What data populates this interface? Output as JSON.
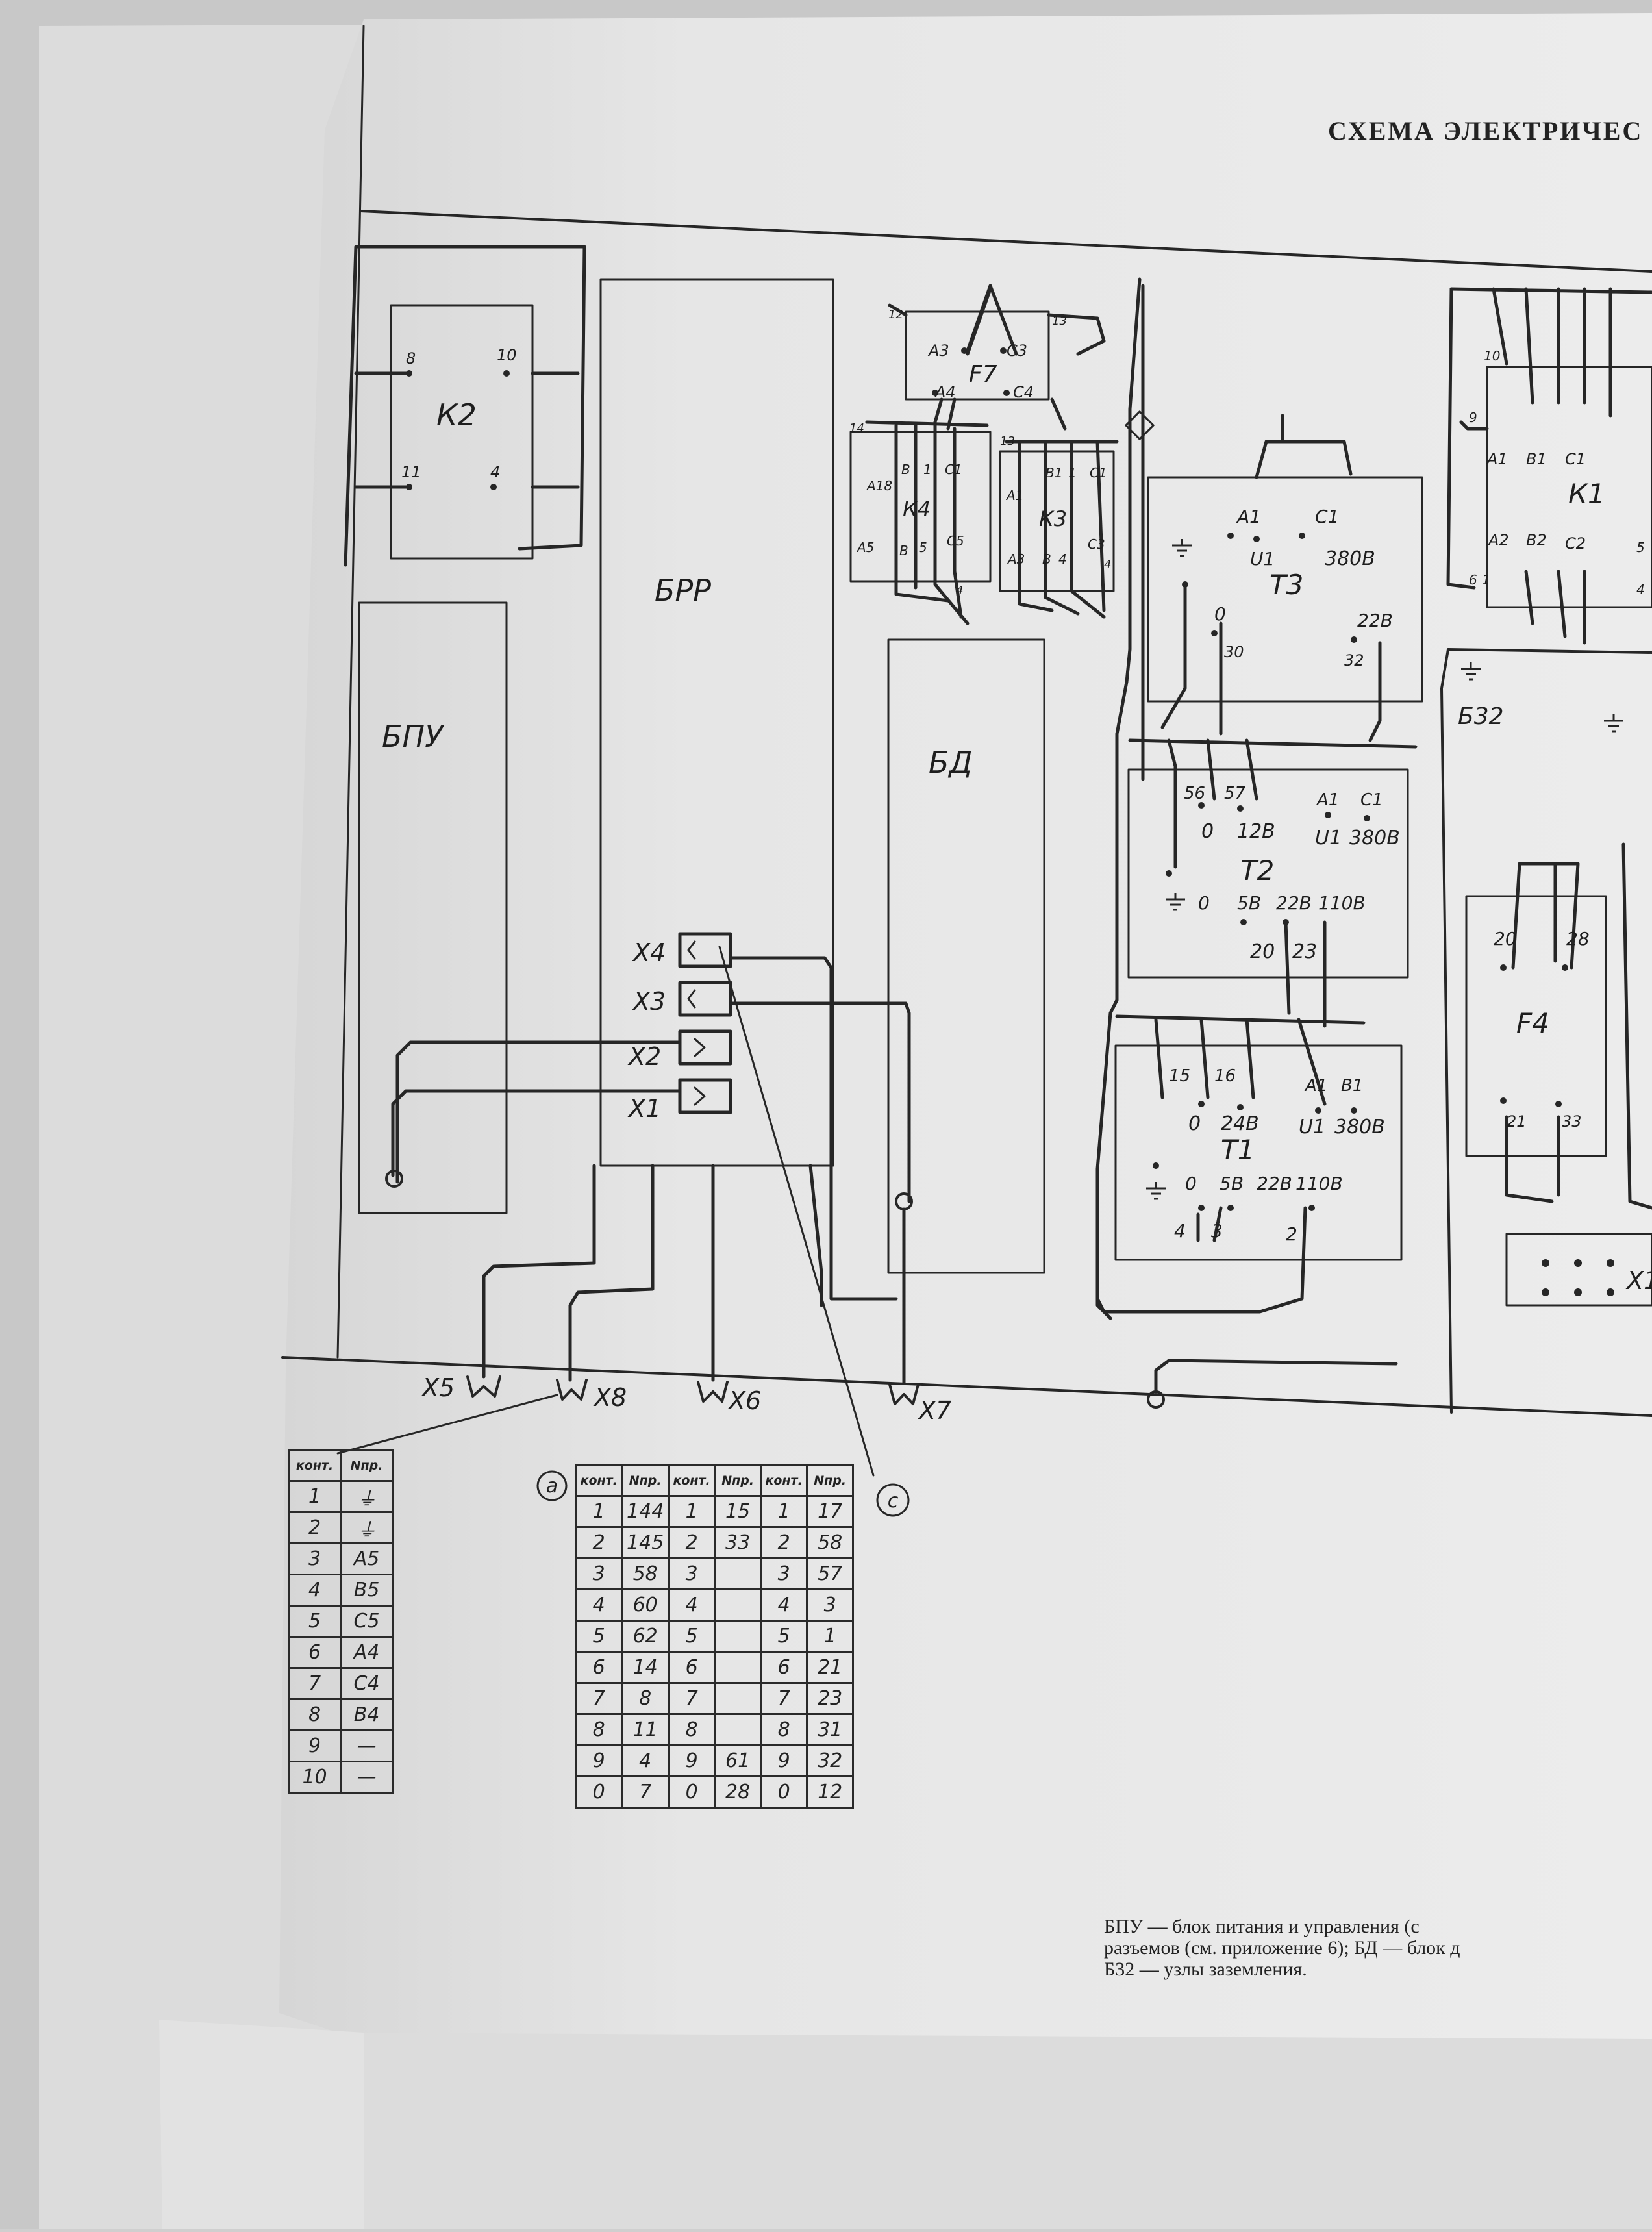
{
  "title": "СХЕМА ЭЛЕКТРИЧЕС",
  "callouts": {
    "a": "a",
    "c": "c"
  },
  "blocks": {
    "k2": {
      "label": "К2",
      "pins": [
        "8",
        "10",
        "11",
        "4"
      ]
    },
    "bpu": {
      "label": "БПУ"
    },
    "brr": {
      "label": "БРР"
    },
    "bd": {
      "label": "БД"
    },
    "f7": {
      "label": "F7",
      "pins": [
        "12",
        "13",
        "А3",
        "С3",
        "А4",
        "С4"
      ]
    },
    "k4": {
      "label": "К4",
      "pins": [
        "14",
        "А18",
        "В",
        "1",
        "С1",
        "А5",
        "В",
        "5",
        "С5",
        "4"
      ]
    },
    "k3": {
      "label": "К3",
      "pins": [
        "13",
        "А1",
        "В1",
        "1",
        "С1",
        "А3",
        "В",
        "4",
        "С3",
        "4"
      ]
    },
    "t3": {
      "label": "Т3",
      "pins": [
        "А1",
        "С1",
        "U1",
        "380В",
        "0",
        "22В",
        "30",
        "32"
      ]
    },
    "t2": {
      "label": "Т2",
      "pins": [
        "56",
        "57",
        "0",
        "12В",
        "А1",
        "С1",
        "U1",
        "380В",
        "0",
        "5В",
        "22В",
        "110В",
        "20",
        "23"
      ]
    },
    "t1": {
      "label": "Т1",
      "pins": [
        "15",
        "16",
        "0",
        "24В",
        "А1",
        "В1",
        "U1",
        "380В",
        "0",
        "5В",
        "22В",
        "110В",
        "4",
        "3",
        "2"
      ]
    },
    "k1": {
      "label": "К1",
      "pins": [
        "10",
        "9",
        "А1",
        "В1",
        "С1",
        "А2",
        "В2",
        "С2",
        "6",
        "1",
        "4",
        "5"
      ]
    },
    "b32": {
      "label": "Б32"
    },
    "f4": {
      "label": "F4",
      "pins": [
        "20",
        "28",
        "21",
        "33"
      ]
    },
    "x1_right": {
      "label": "X1"
    }
  },
  "connectors": {
    "x4": "X4",
    "x3": "X3",
    "x2": "X2",
    "x1": "X1",
    "x5": "X5",
    "x8": "X8",
    "x6": "X6",
    "x7": "X7"
  },
  "table_a": {
    "headers": [
      "конт.",
      "Nпр."
    ],
    "rows": [
      [
        "1",
        "⏚"
      ],
      [
        "2",
        "⏚"
      ],
      [
        "3",
        "А5"
      ],
      [
        "4",
        "В5"
      ],
      [
        "5",
        "С5"
      ],
      [
        "6",
        "А4"
      ],
      [
        "7",
        "С4"
      ],
      [
        "8",
        "В4"
      ],
      [
        "9",
        "—"
      ],
      [
        "10",
        "—"
      ]
    ]
  },
  "table_c": {
    "headers": [
      "конт.",
      "Nпр.",
      "конт.",
      "Nпр.",
      "конт.",
      "Nпр."
    ],
    "rows": [
      [
        "1",
        "144",
        "1",
        "15",
        "1",
        "17"
      ],
      [
        "2",
        "145",
        "2",
        "33",
        "2",
        "58"
      ],
      [
        "3",
        "58",
        "3",
        "",
        "3",
        "57"
      ],
      [
        "4",
        "60",
        "4",
        "",
        "4",
        "3"
      ],
      [
        "5",
        "62",
        "5",
        "",
        "5",
        "1"
      ],
      [
        "6",
        "14",
        "6",
        "",
        "6",
        "21"
      ],
      [
        "7",
        "8",
        "7",
        "",
        "7",
        "23"
      ],
      [
        "8",
        "11",
        "8",
        "",
        "8",
        "31"
      ],
      [
        "9",
        "4",
        "9",
        "61",
        "9",
        "32"
      ],
      [
        "0",
        "7",
        "0",
        "28",
        "0",
        "12"
      ]
    ]
  },
  "caption": {
    "line1": "БПУ — блок питания и управления (с",
    "line2": "разъемов (см. приложение 6); БД — блок д",
    "line3": "Б32 — узлы заземления."
  }
}
